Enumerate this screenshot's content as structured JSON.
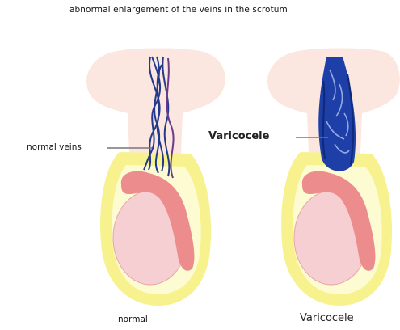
{
  "title": "abnormal enlargement of the veins in the scrotum",
  "labels": {
    "normal_veins": "normal veins",
    "varicocele_side": "Varicocele"
  },
  "captions": {
    "normal": "normal",
    "varicocele": "Varicocele"
  },
  "colors": {
    "skin_pale": "#fbe7df",
    "scrotum_yellow": "#f7f28e",
    "scrotum_inner": "#fdfbd2",
    "testis": "#f6cfd2",
    "epididymis": "#ec8c8c",
    "vein_normal": "#233a8c",
    "vein_dilated": "#1f3fa8",
    "pointer": "#777777"
  }
}
